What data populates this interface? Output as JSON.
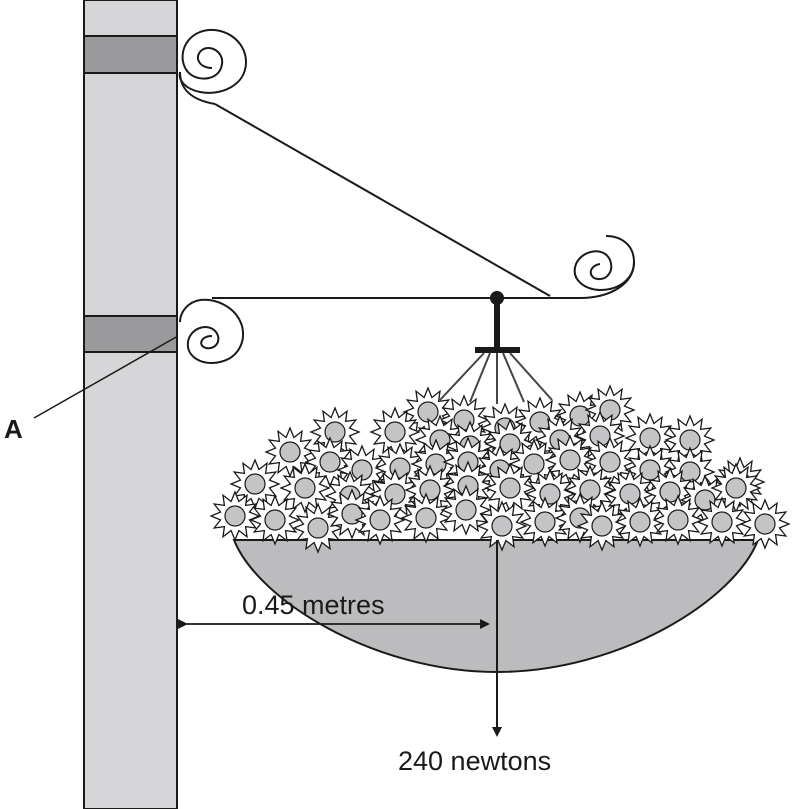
{
  "labels": {
    "point_a": "A",
    "distance": "0.45 metres",
    "weight": "240 newtons"
  },
  "colors": {
    "post": "#d6d6d8",
    "band": "#9a9a9c",
    "basket": "#bcbcbe",
    "flower_center": "#c4c4c6",
    "line": "#1a1a1a"
  }
}
